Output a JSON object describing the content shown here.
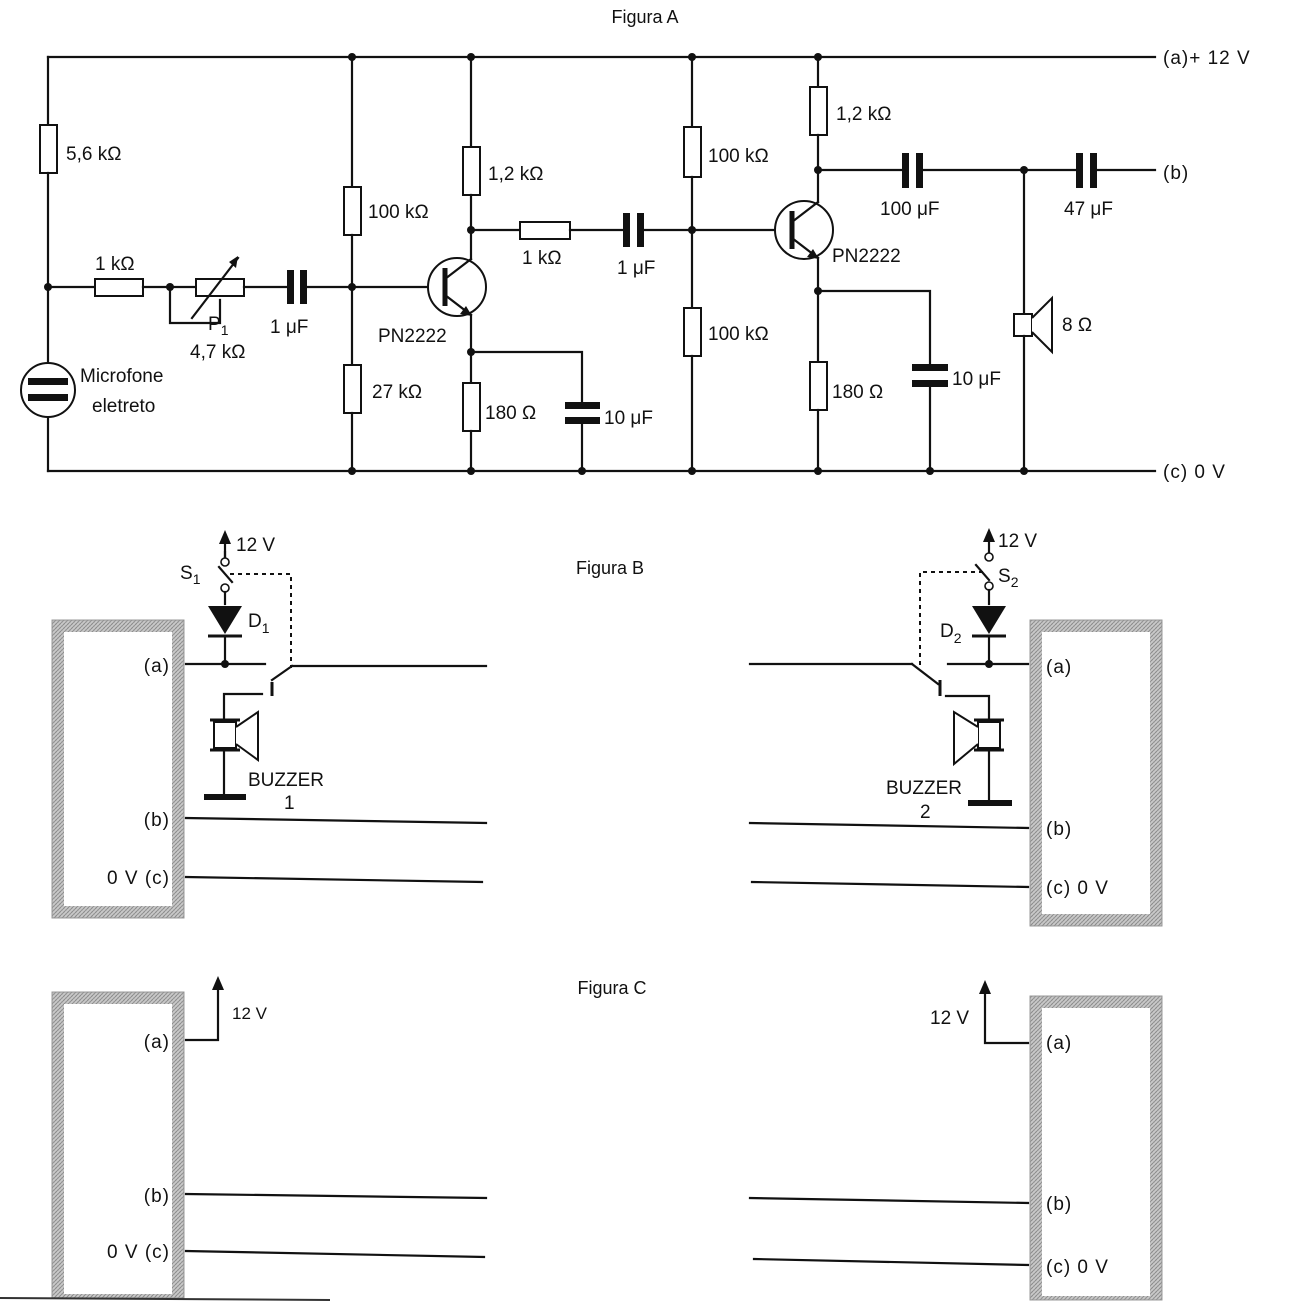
{
  "figures": {
    "a": "Figura A",
    "b": "Figura B",
    "c": "Figura C"
  },
  "fig_a": {
    "rail_top": "(a)+ 12 V",
    "rail_b": "(b)",
    "rail_bottom": "(c) 0 V",
    "r_5k6": "5,6 kΩ",
    "r_1k_in": "1 kΩ",
    "p1_name": "P",
    "p1_sub": "1",
    "p1_value": "4,7 kΩ",
    "c_1uf_in": "1 μF",
    "mic_line1": "Microfone",
    "mic_line2": "eletreto",
    "r_100k_1": "100 kΩ",
    "r_27k": "27 kΩ",
    "q1": "PN2222",
    "r_1k2_1": "1,2 kΩ",
    "r_180_1": "180 Ω",
    "c_10uf_1": "10 μF",
    "r_1k_mid": "1 kΩ",
    "c_1uf_mid": "1 μF",
    "r_100k_2": "100 kΩ",
    "r_100k_3": "100 kΩ",
    "q2": "PN2222",
    "r_1k2_2": "1,2 kΩ",
    "r_180_2": "180 Ω",
    "c_10uf_2": "10 μF",
    "c_100uf": "100 μF",
    "c_47uf": "47 μF",
    "spk": "8 Ω"
  },
  "fig_b": {
    "v12_left": "12 V",
    "s1": "S",
    "s1_sub": "1",
    "d1": "D",
    "d1_sub": "1",
    "buzzer1_line1": "BUZZER",
    "buzzer1_line2": "1",
    "left_a": "(a)",
    "left_b": "(b)",
    "left_c": "0 V  (c)",
    "v12_right": "12 V",
    "s2": "S",
    "s2_sub": "2",
    "d2": "D",
    "d2_sub": "2",
    "buzzer2_line1": "BUZZER",
    "buzzer2_line2": "2",
    "right_a": "(a)",
    "right_b": "(b)",
    "right_c": "(c) 0 V"
  },
  "fig_c": {
    "v12_left": "12 V",
    "v12_right": "12 V",
    "left_a": "(a)",
    "left_b": "(b)",
    "left_c": "0 V  (c)",
    "right_a": "(a)",
    "right_b": "(b)",
    "right_c": "(c) 0 V"
  }
}
